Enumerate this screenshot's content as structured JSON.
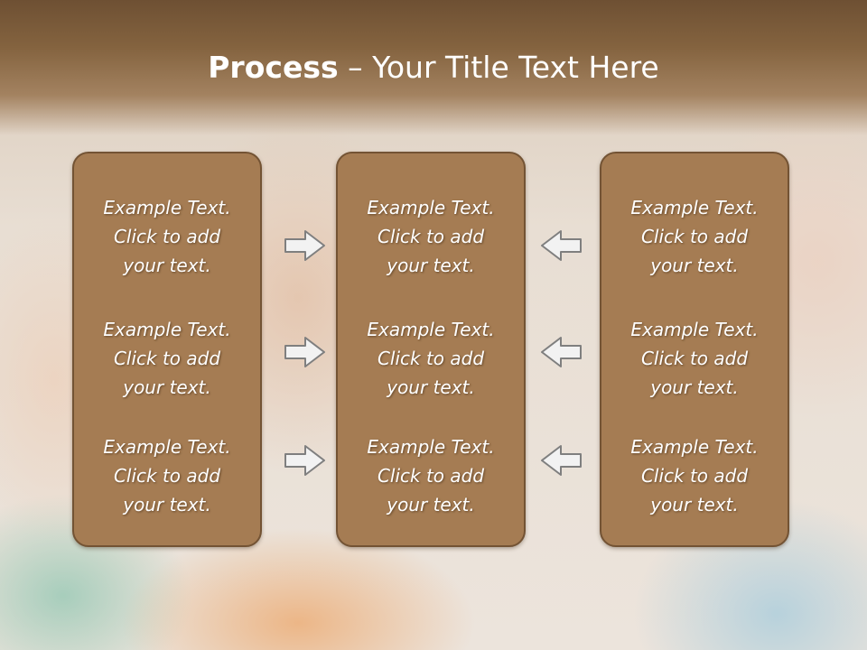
{
  "slide": {
    "title_bold": "Process",
    "title_rest": " – Your Title Text Here"
  },
  "panels": [
    {
      "items": [
        [
          "Example Text.",
          "Click  to add",
          "your text."
        ],
        [
          "Example Text.",
          "Click  to add",
          "your text."
        ],
        [
          "Example Text.",
          "Click  to add",
          "your text."
        ]
      ]
    },
    {
      "items": [
        [
          "Example Text.",
          "Click  to add",
          "your text."
        ],
        [
          "Example Text.",
          "Click  to add",
          "your text."
        ],
        [
          "Example Text.",
          "Click  to add",
          "your text."
        ]
      ]
    },
    {
      "items": [
        [
          "Example Text.",
          "Click  to add",
          "your text."
        ],
        [
          "Example Text.",
          "Click  to add",
          "your text."
        ],
        [
          "Example Text.",
          "Click  to add",
          "your text."
        ]
      ]
    }
  ],
  "arrows": {
    "left_column": [
      "arrow-right-icon",
      "arrow-right-icon",
      "arrow-right-icon"
    ],
    "right_column": [
      "arrow-left-icon",
      "arrow-left-icon",
      "arrow-left-icon"
    ]
  },
  "colors": {
    "header": "#84633f",
    "panel_fill": "#a57c53",
    "panel_border": "#735334",
    "text": "#ffffff"
  }
}
